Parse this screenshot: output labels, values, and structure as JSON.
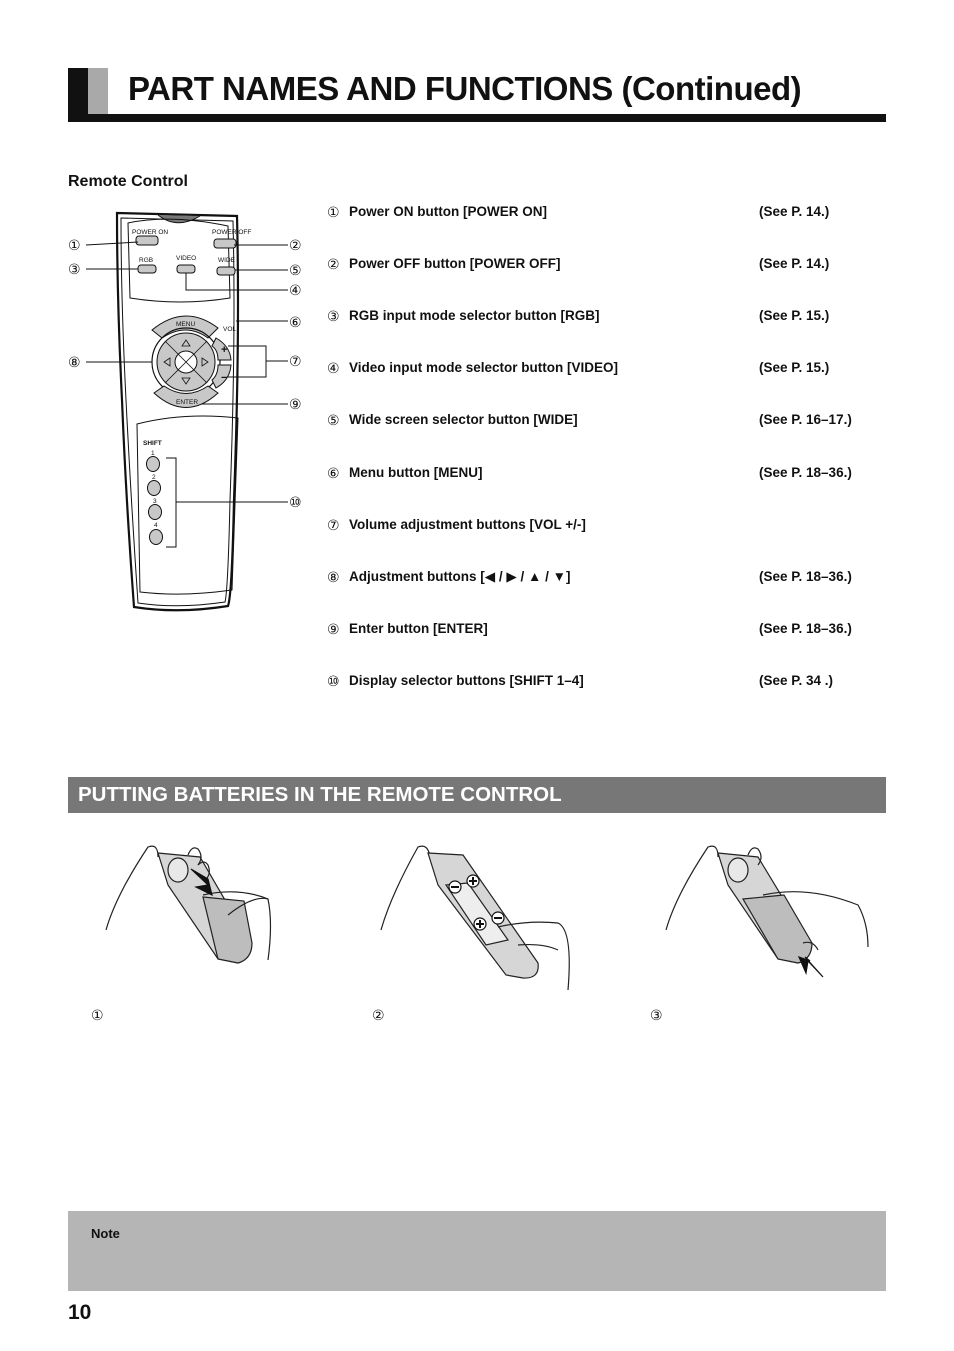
{
  "header": {
    "title": "PART NAMES AND FUNCTIONS (Continued)"
  },
  "remote_section": {
    "heading": "Remote Control"
  },
  "remote_labels": {
    "power_on": "POWER ON",
    "power_off": "POWER OFF",
    "rgb": "RGB",
    "video": "VIDEO",
    "wide": "WIDE",
    "menu": "MENU",
    "vol": "VOL",
    "enter": "ENTER",
    "shift": "SHIFT",
    "plus": "+",
    "minus": "−",
    "shift_1": "1",
    "shift_2": "2",
    "shift_3": "3",
    "shift_4": "4"
  },
  "callouts": [
    "①",
    "②",
    "③",
    "④",
    "⑤",
    "⑥",
    "⑦",
    "⑧",
    "⑨",
    "⑩"
  ],
  "parts": [
    {
      "num": "①",
      "name": "Power ON button [POWER ON]",
      "ref": "(See P. 14.)"
    },
    {
      "num": "②",
      "name": "Power OFF button [POWER OFF]",
      "ref": "(See P. 14.)"
    },
    {
      "num": "③",
      "name": "RGB input mode selector button [RGB]",
      "ref": "(See P. 15.)"
    },
    {
      "num": "④",
      "name": "Video input mode selector button [VIDEO]",
      "ref": "(See P. 15.)"
    },
    {
      "num": "⑤",
      "name": "Wide screen selector button [WIDE]",
      "ref": "(See P. 16–17.)"
    },
    {
      "num": "⑥",
      "name": "Menu button [MENU]",
      "ref": "(See P. 18–36.)"
    },
    {
      "num": "⑦",
      "name": "Volume adjustment buttons [VOL +/-]",
      "ref": ""
    },
    {
      "num": "⑧",
      "name": "Adjustment buttons [◀ / ▶ / ▲ / ▼]",
      "ref": "(See P. 18–36.)"
    },
    {
      "num": "⑨",
      "name": "Enter button [ENTER]",
      "ref": "(See P. 18–36.)"
    },
    {
      "num": "⑩",
      "name": "Display selector buttons [SHIFT 1–4]",
      "ref": "(See P. 34 .)"
    }
  ],
  "batteries_section": {
    "title": "PUTTING BATTERIES IN THE REMOTE CONTROL",
    "steps": [
      "①",
      "②",
      "③"
    ]
  },
  "note": {
    "label": "Note"
  },
  "footer": {
    "page_number": "10"
  }
}
